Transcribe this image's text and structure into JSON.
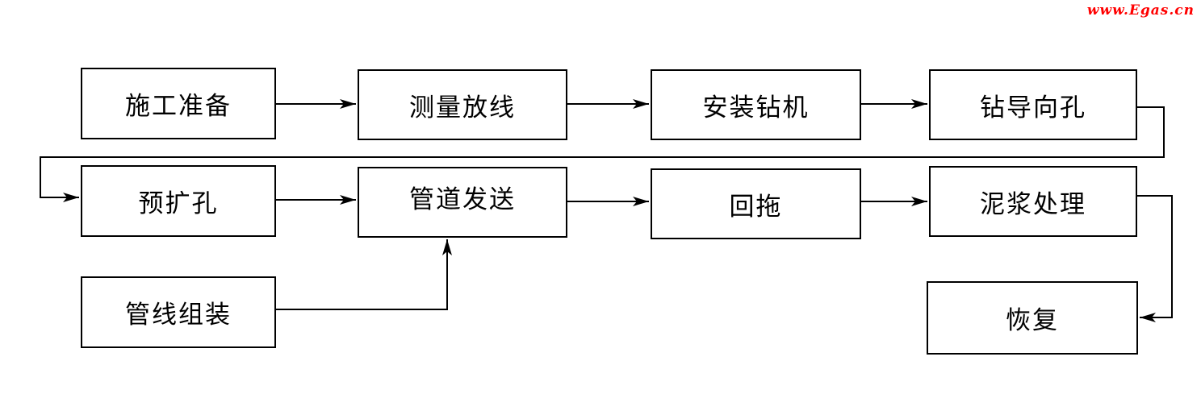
{
  "watermark": {
    "text": "www.Egas.cn",
    "color": "#ff0000"
  },
  "diagram": {
    "type": "flowchart",
    "nodes": [
      {
        "id": "construction-preparation",
        "label": "施工准备",
        "row": 1
      },
      {
        "id": "survey-setting-out",
        "label": "测量放线",
        "row": 1
      },
      {
        "id": "install-drill-rig",
        "label": "安装钻机",
        "row": 1
      },
      {
        "id": "drill-pilot-hole",
        "label": "钻导向孔",
        "row": 1
      },
      {
        "id": "pre-reaming",
        "label": "预扩孔",
        "row": 2
      },
      {
        "id": "pipe-sending",
        "label": "管道发送",
        "row": 2
      },
      {
        "id": "pullback",
        "label": "回拖",
        "row": 2
      },
      {
        "id": "mud-treatment",
        "label": "泥浆处理",
        "row": 2
      },
      {
        "id": "pipeline-assembly",
        "label": "管线组装",
        "row": 3
      },
      {
        "id": "restoration",
        "label": "恢复",
        "row": 3
      }
    ],
    "edges": [
      {
        "from": "施工准备",
        "to": "测量放线",
        "shape": "straight-right"
      },
      {
        "from": "测量放线",
        "to": "安装钻机",
        "shape": "straight-right"
      },
      {
        "from": "安装钻机",
        "to": "钻导向孔",
        "shape": "straight-right"
      },
      {
        "from": "钻导向孔",
        "to": "预扩孔",
        "shape": "wrap-around-row-break"
      },
      {
        "from": "预扩孔",
        "to": "管道发送",
        "shape": "straight-right"
      },
      {
        "from": "管道发送",
        "to": "回拖",
        "shape": "straight-right"
      },
      {
        "from": "回拖",
        "to": "泥浆处理",
        "shape": "straight-right"
      },
      {
        "from": "管线组装",
        "to": "管道发送",
        "shape": "right-then-up-into-bottom"
      },
      {
        "from": "泥浆处理",
        "to": "恢复",
        "shape": "right-then-down-into-side"
      }
    ],
    "colors": {
      "line": "#000000",
      "box_border": "#000000",
      "box_fill": "#ffffff",
      "text": "#000000",
      "background": "#ffffff"
    }
  }
}
